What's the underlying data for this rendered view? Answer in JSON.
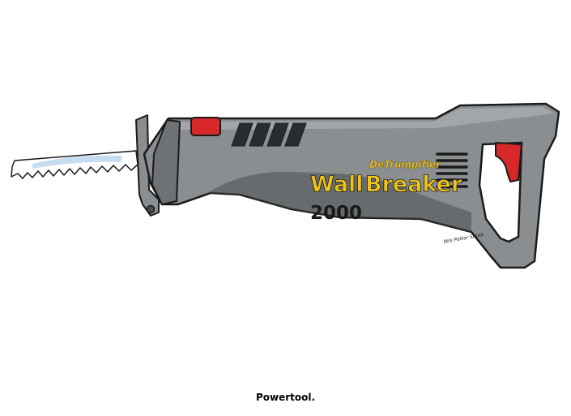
{
  "illustration": {
    "brand_small": "DeTrumpifier",
    "brand_word1": "Wall",
    "brand_word2": "Breaker",
    "model": "2000",
    "signature": "Nils Petter Smith"
  },
  "caption": "Powertool.",
  "colors": {
    "body": "#8a8e91",
    "body_dark": "#4a4e51",
    "trim_red": "#d8282a",
    "brand_yellow": "#f0c419",
    "blade": "#ffffff",
    "blade_shade": "#bcd6ee",
    "outline": "#1a1a1a"
  }
}
